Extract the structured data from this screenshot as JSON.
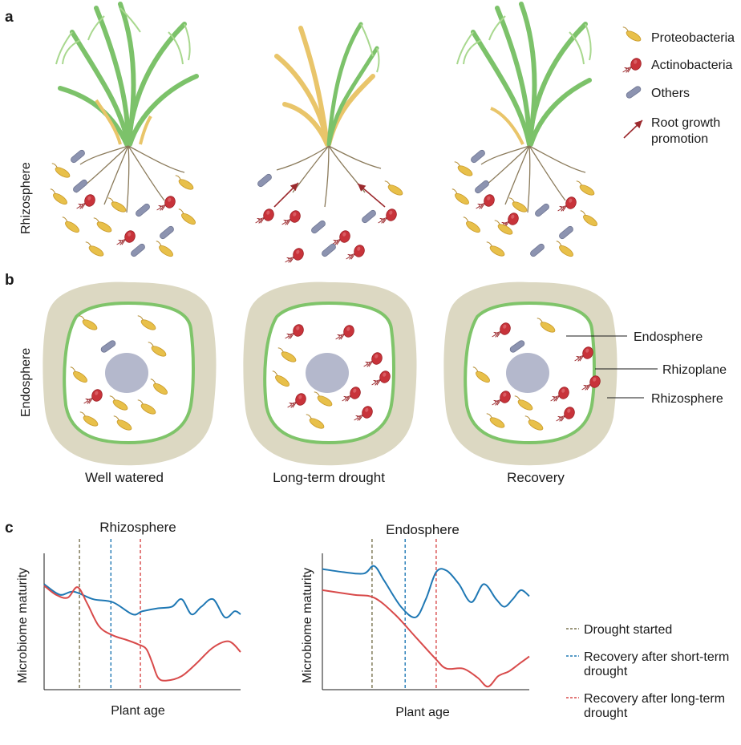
{
  "panels": {
    "a": "a",
    "b": "b",
    "c": "c"
  },
  "row_labels": {
    "rhizosphere": "Rhizosphere",
    "endosphere": "Endosphere"
  },
  "legend_a": {
    "proteobacteria": "Proteobacteria",
    "actinobacteria": "Actinobacteria",
    "others": "Others",
    "root_growth_1": "Root growth",
    "root_growth_2": "promotion"
  },
  "conditions": {
    "well_watered": "Well watered",
    "long_term_drought": "Long-term drought",
    "recovery": "Recovery"
  },
  "compartments": {
    "endosphere": "Endosphere",
    "rhizoplane": "Rhizoplane",
    "rhizosphere": "Rhizosphere"
  },
  "colors": {
    "proteobacteria": "#e8c04a",
    "actinobacteria": "#c8333a",
    "others": "#8c93b0",
    "leaf_green": "#7cc26a",
    "leaf_dry": "#e9c56a",
    "cell_wall": "#7fc46a",
    "soil": "#dcd8c2",
    "nucleus": "#b4b8cc",
    "arrow": "#9c2a2e",
    "line_blue": "#1f78b4",
    "line_red": "#d84a4a",
    "line_drought": "#7a7350"
  },
  "chart_data": [
    {
      "type": "line",
      "title": "Rhizosphere",
      "xlabel": "Plant age",
      "ylabel": "Microbiome maturity",
      "x_units": "arbitrary (0-100)",
      "series": [
        {
          "color": "#1f78b4",
          "x": [
            0,
            8,
            15,
            25,
            35,
            45,
            50,
            58,
            65,
            70,
            75,
            80,
            86,
            92,
            97,
            100
          ],
          "y": [
            70,
            63,
            65,
            60,
            58,
            50,
            52,
            54,
            55,
            60,
            50,
            55,
            60,
            48,
            52,
            50
          ]
        },
        {
          "color": "#d84a4a",
          "x": [
            0,
            6,
            12,
            17,
            22,
            28,
            35,
            42,
            48,
            52,
            55,
            58,
            62,
            70,
            78,
            86,
            94,
            100
          ],
          "y": [
            69,
            63,
            61,
            68,
            57,
            42,
            36,
            33,
            30,
            27,
            18,
            8,
            6,
            9,
            18,
            28,
            32,
            25
          ]
        }
      ],
      "vlines": [
        {
          "label": "Drought started",
          "x": 18,
          "color": "#7a7350"
        },
        {
          "label": "Recovery after short-term drought",
          "x": 34,
          "color": "#1f78b4"
        },
        {
          "label": "Recovery after long-term drought",
          "x": 49,
          "color": "#d84a4a"
        }
      ],
      "ylim": [
        0,
        100
      ],
      "xlim": [
        0,
        100
      ]
    },
    {
      "type": "line",
      "title": "Endosphere",
      "xlabel": "Plant age",
      "ylabel": "Microbiome maturity",
      "x_units": "arbitrary (0-100)",
      "series": [
        {
          "color": "#1f78b4",
          "x": [
            0,
            10,
            20,
            25,
            30,
            38,
            45,
            50,
            55,
            60,
            66,
            72,
            78,
            84,
            88,
            92,
            96,
            100
          ],
          "y": [
            80,
            78,
            77,
            82,
            72,
            55,
            48,
            60,
            78,
            79,
            70,
            58,
            70,
            60,
            55,
            60,
            66,
            62
          ]
        },
        {
          "color": "#d84a4a",
          "x": [
            0,
            15,
            25,
            35,
            45,
            55,
            60,
            68,
            75,
            80,
            85,
            90,
            95,
            100
          ],
          "y": [
            66,
            63,
            61,
            50,
            35,
            20,
            14,
            14,
            8,
            2,
            9,
            12,
            17,
            22
          ]
        }
      ],
      "vlines": [
        {
          "label": "Drought started",
          "x": 24,
          "color": "#7a7350"
        },
        {
          "label": "Recovery after short-term drought",
          "x": 40,
          "color": "#1f78b4"
        },
        {
          "label": "Recovery after long-term drought",
          "x": 55,
          "color": "#d84a4a"
        }
      ],
      "ylim": [
        0,
        100
      ],
      "xlim": [
        0,
        100
      ]
    }
  ],
  "legend_c": {
    "drought_started": "Drought started",
    "recovery_short_1": "Recovery after short-term",
    "recovery_short_2": "drought",
    "recovery_long_1": "Recovery after long-term",
    "recovery_long_2": "drought"
  }
}
